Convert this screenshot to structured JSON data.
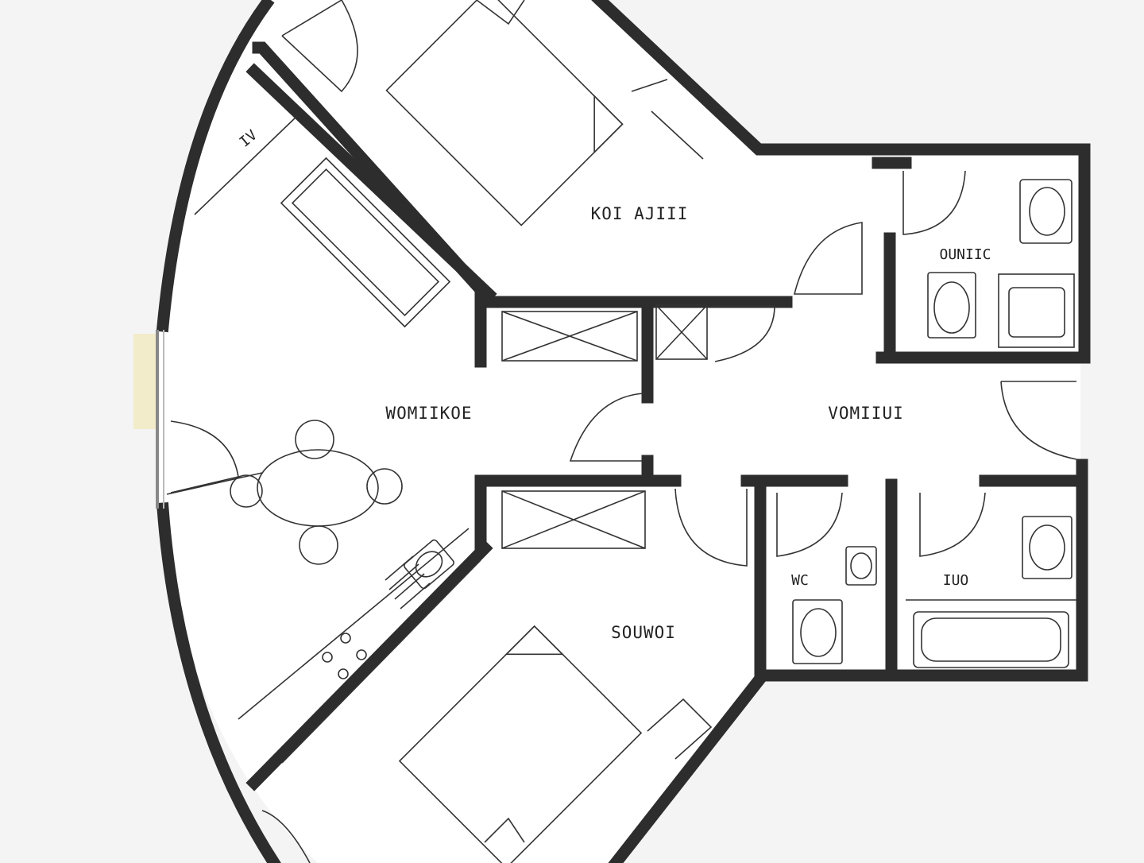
{
  "plan": {
    "rooms": [
      {
        "id": "bedroom-top",
        "label": "KOI AJIII"
      },
      {
        "id": "living-room",
        "label": "WOMIIKOE"
      },
      {
        "id": "corridor",
        "label": "VOMIIUI"
      },
      {
        "id": "shower-room",
        "label": "OUNIIC"
      },
      {
        "id": "bedroom-bottom",
        "label": "SOUWOI"
      },
      {
        "id": "wc",
        "label": "WC"
      },
      {
        "id": "bathroom",
        "label": "IUO"
      },
      {
        "id": "small-room-top",
        "label": "IV"
      }
    ],
    "colors": {
      "wall": "#2d2d2d",
      "line": "#333333",
      "background": "#f4f4f4",
      "window": "#f3eccb"
    }
  }
}
